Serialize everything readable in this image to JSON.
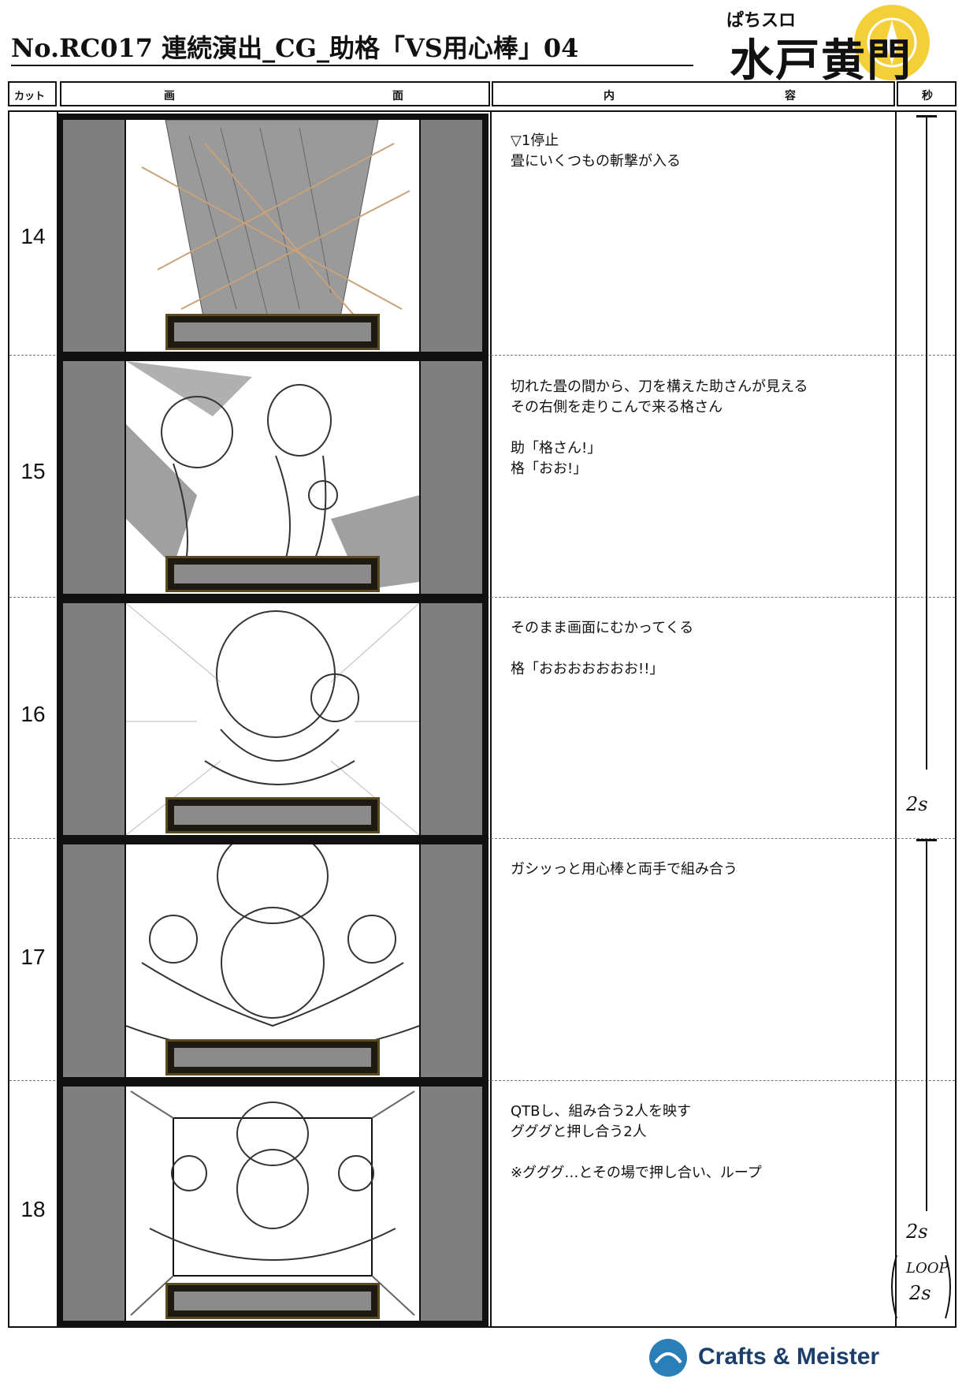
{
  "title": "No.RC017 連続演出_CG_助格「VS用心棒」04",
  "logo": {
    "top": "ぱちスロ",
    "main": "水戸黄門"
  },
  "header": {
    "cut": "カット",
    "screen": [
      "画",
      "面"
    ],
    "content": [
      "内",
      "容"
    ],
    "seconds": "秒"
  },
  "cuts": [
    {
      "number": "14",
      "text": "▽1停止\n畳にいくつもの斬撃が入る"
    },
    {
      "number": "15",
      "text": "切れた畳の間から、刀を構えた助さんが見える\nその右側を走りこんで来る格さん\n\n助「格さん!」\n格「おお!」"
    },
    {
      "number": "16",
      "text": "そのまま画面にむかってくる\n\n格「おおおおおおお!!」"
    },
    {
      "number": "17",
      "text": "ガシッっと用心棒と両手で組み合う"
    },
    {
      "number": "18",
      "text": "QTBし、組み合う2人を映す\nグググと押し合う2人\n\n※グググ…とその場で押し合い、ループ"
    }
  ],
  "timing": {
    "a": "2s",
    "b": "2s",
    "loop": "LOOP",
    "c": "2s"
  },
  "footer": "Crafts & Meister"
}
